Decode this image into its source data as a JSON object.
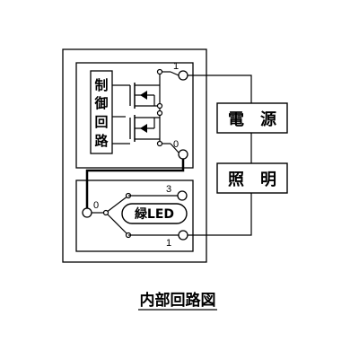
{
  "diagram": {
    "control_circuit_label": "制御回路",
    "control_chars": [
      "制",
      "御",
      "回",
      "路"
    ],
    "terminal_upper_1": "1",
    "terminal_upper_0": "0",
    "terminal_lower_0": "0",
    "terminal_lower_3": "3",
    "terminal_lower_1": "1",
    "led_label": "緑LED",
    "power_label": "電　源",
    "lighting_label": "照　明",
    "caption": "内部回路図"
  }
}
